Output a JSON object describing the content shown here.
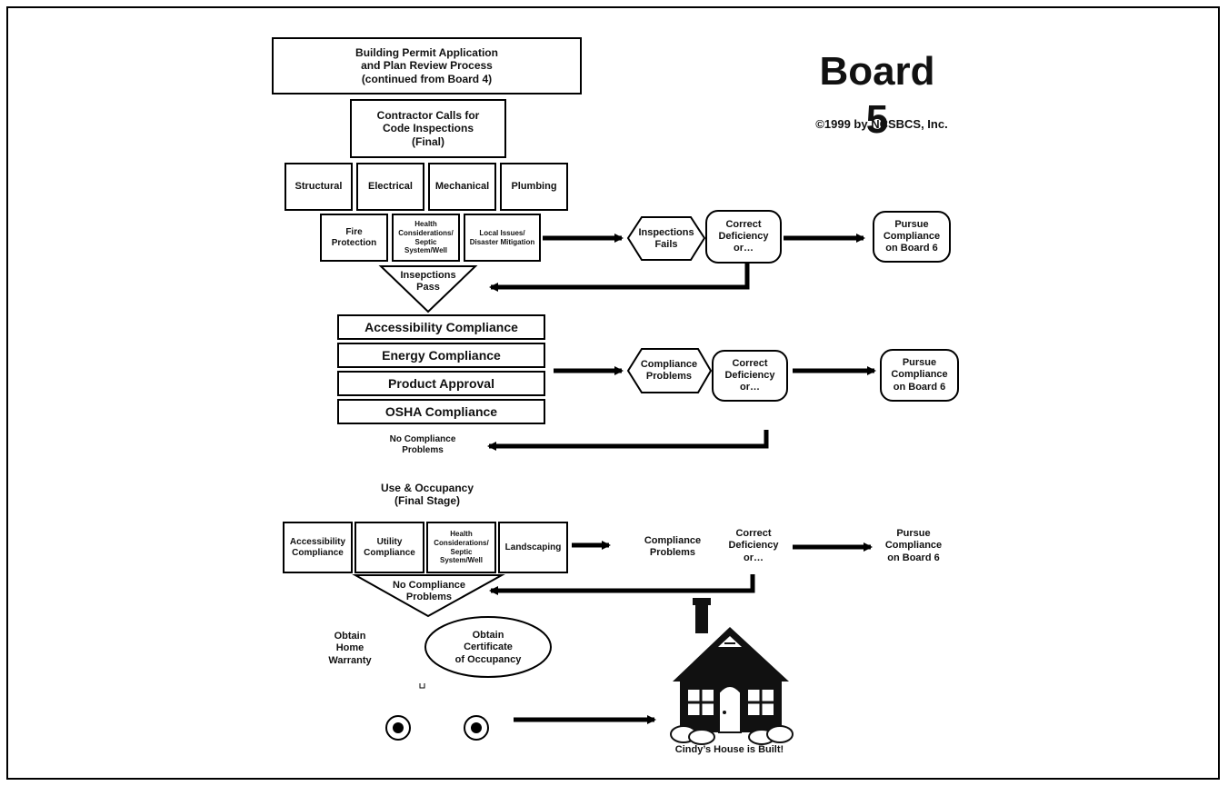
{
  "title": "Board 5",
  "copyright": "©1999 by NCSBCS, Inc.",
  "permit_box": "Building Permit Application\nand Plan Review Process\n(continued from Board 4)",
  "contractor_box": "Contractor Calls for\nCode Inspections\n(Final)",
  "inspections_row1": [
    "Structural",
    "Electrical",
    "Mechanical",
    "Plumbing"
  ],
  "inspections_row2": [
    "Fire\nProtection",
    "Health\nConsiderations/\nSeptic System/Well",
    "Local Issues/\nDisaster Mitigation"
  ],
  "inspections_fails": "Inspections\nFails",
  "correct_deficiency": "Correct\nDeficiency\nor…",
  "pursue_compliance": "Pursue\nCompliance\non Board 6",
  "inspections_pass": "Insepctions\nPass",
  "compliance_items": [
    "Accessibility Compliance",
    "Energy Compliance",
    "Product Approval",
    "OSHA Compliance"
  ],
  "compliance_problems": "Compliance\nProblems",
  "no_compliance_problems": "No Compliance\nProblems",
  "use_occupancy_title": "Use & Occupancy\n(Final Stage)",
  "final_items": [
    "Accessibility\nCompliance",
    "Utility\nCompliance",
    "Health\nConsiderations/\nSeptic System/Well",
    "Landscaping"
  ],
  "home_warranty": "Obtain\nHome\nWarranty",
  "certificate": "Obtain\nCertificate\nof Occupancy",
  "house_caption": "Cindy’s House is Built!"
}
